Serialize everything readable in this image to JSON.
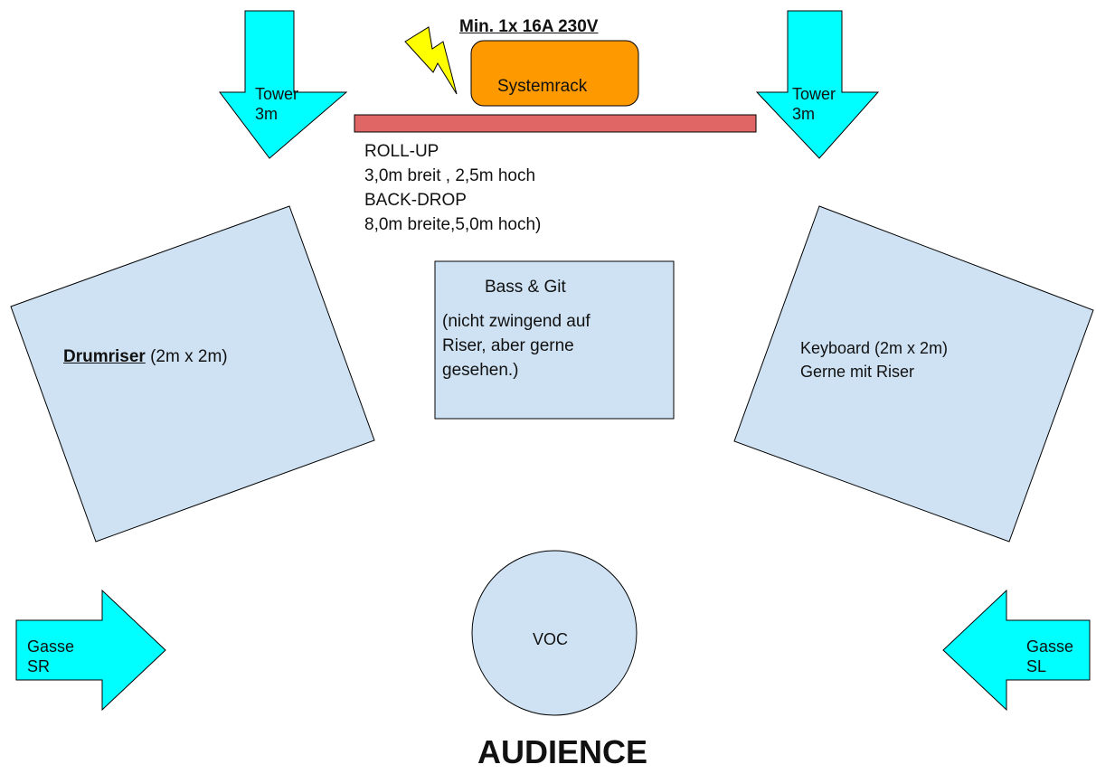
{
  "power": {
    "requirement": "Min. 1x 16A 230V",
    "rack_label": "Systemrack"
  },
  "backline": {
    "lines": [
      "ROLL-UP",
      "3,0m breit , 2,5m hoch",
      "BACK-DROP",
      "8,0m breite,5,0m hoch)"
    ]
  },
  "towers": {
    "left": {
      "name": "Tower",
      "size": "3m"
    },
    "right": {
      "name": "Tower",
      "size": "3m"
    }
  },
  "drums": {
    "name": "Drumriser",
    "size": "(2m x 2m)"
  },
  "bass_git": {
    "title": "Bass & Git",
    "note_lines": [
      "(nicht zwingend auf",
      "Riser, aber gerne",
      "gesehen.)"
    ]
  },
  "keyboard": {
    "lines": [
      "Keyboard (2m x 2m)",
      "Gerne mit Riser"
    ]
  },
  "vocals": {
    "label": "VOC"
  },
  "gassen": {
    "left": {
      "name": "Gasse",
      "side": "SR"
    },
    "right": {
      "name": "Gasse",
      "side": "SL"
    }
  },
  "audience": {
    "label": "AUDIENCE"
  },
  "colors": {
    "riser_fill": "#cfe2f3",
    "arrow_fill": "#00ffff",
    "rack_fill": "#ff9900",
    "backdrop_fill": "#e06666",
    "bolt_fill": "#ffff00",
    "stroke": "#000000"
  }
}
